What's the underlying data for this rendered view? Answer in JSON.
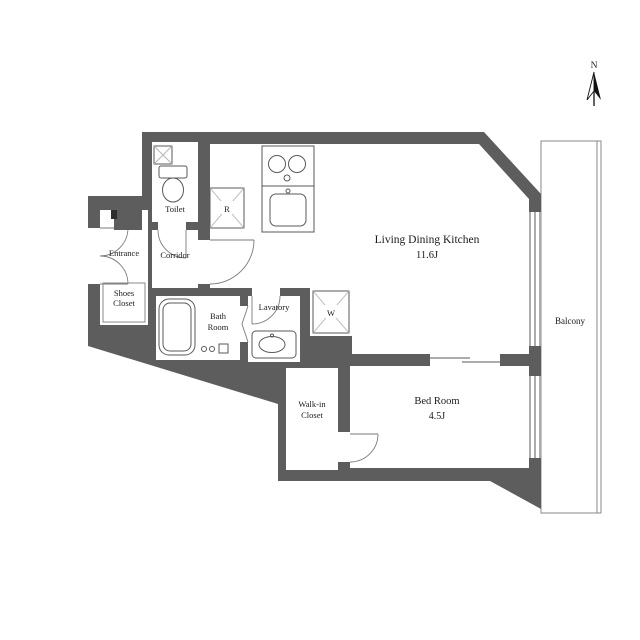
{
  "compass": {
    "label": "N"
  },
  "rooms": {
    "toilet": {
      "label": "Toilet"
    },
    "entrance": {
      "label": "Entrance"
    },
    "corridor": {
      "label": "Corridor"
    },
    "shoes_closet": {
      "line1": "Shoes",
      "line2": "Closet"
    },
    "bath_room": {
      "line1": "Bath",
      "line2": "Room"
    },
    "lavatory": {
      "label": "Lavatory"
    },
    "refrigerator": {
      "label": "R"
    },
    "washer": {
      "label": "W"
    },
    "ldk": {
      "name": "Living Dining Kitchen",
      "size": "11.6J"
    },
    "bed_room": {
      "name": "Bed Room",
      "size": "4.5J"
    },
    "walkin_closet": {
      "line1": "Walk-in",
      "line2": "Closet"
    },
    "balcony": {
      "label": "Balcony"
    }
  },
  "colors": {
    "wall": "#5d5d5d",
    "line": "#5a5a5a",
    "hatch": "#b3b3b3"
  }
}
